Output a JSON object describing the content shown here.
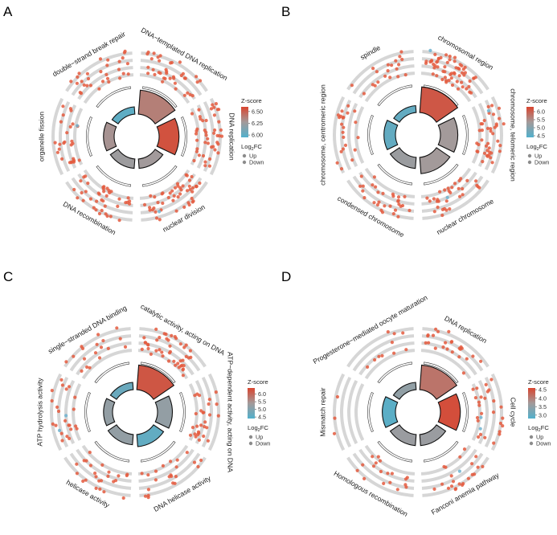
{
  "figure": {
    "panels": [
      "A",
      "B",
      "C",
      "D"
    ],
    "legend": {
      "zscore_title": "Z-score",
      "log2fc_title_base": "Log",
      "log2fc_title_sub": "2",
      "log2fc_title_tail": "FC",
      "up_label": "Up",
      "down_label": "Down"
    }
  },
  "colors": {
    "ring_band": "#d6d6d6",
    "up_point": "#e45a3e",
    "down_point": "#6fb3cf",
    "scale_high": "#d9452f",
    "scale_mid": "#a39a9a",
    "scale_low": "#52b0cc"
  },
  "chart_data": [
    {
      "type": "circular-goplot",
      "panel": "A",
      "terms": [
        "DNA−templated DNA replication",
        "DNA replication",
        "nuclear division",
        "DNA recombination",
        "organelle fission",
        "double−strand break repair"
      ],
      "zscore": [
        6.38,
        6.55,
        6.27,
        6.25,
        6.3,
        6.0
      ],
      "bar_height": [
        0.92,
        0.72,
        0.22,
        0.22,
        0.28,
        0.12
      ],
      "up_counts": [
        38,
        45,
        48,
        40,
        26,
        30
      ],
      "down_counts": [
        0,
        0,
        1,
        0,
        1,
        0
      ],
      "legend_ticks": [
        6.5,
        6.25,
        6.0
      ],
      "legend_tick_labels": [
        "6.50",
        "6.25",
        "6.00"
      ],
      "zlim": [
        5.95,
        6.6
      ]
    },
    {
      "type": "circular-goplot",
      "panel": "B",
      "terms": [
        "chromosomal region",
        "chromosome, telomeric region",
        "nuclear chromosome",
        "condensed chromosome",
        "chromosome, centromeric region",
        "spindle"
      ],
      "zscore": [
        6.1,
        5.35,
        5.35,
        5.25,
        4.6,
        4.6
      ],
      "bar_height": [
        1.0,
        0.6,
        0.55,
        0.3,
        0.32,
        0.1
      ],
      "up_counts": [
        60,
        40,
        32,
        30,
        22,
        20
      ],
      "down_counts": [
        1,
        1,
        1,
        0,
        0,
        0
      ],
      "legend_ticks": [
        6.0,
        5.5,
        5.0,
        4.5
      ],
      "legend_tick_labels": [
        "6.0",
        "5.5",
        "5.0",
        "4.5"
      ],
      "zlim": [
        4.4,
        6.3
      ]
    },
    {
      "type": "circular-goplot",
      "panel": "C",
      "terms": [
        "catalytic activity, acting on DNA",
        "ATP−dependent activity, acting on DNA",
        "DNA helicase activity",
        "helicase activity",
        "ATP hydrolysis activity",
        "single−stranded DNA binding"
      ],
      "zscore": [
        6.2,
        5.2,
        4.6,
        5.2,
        5.2,
        4.7
      ],
      "bar_height": [
        0.95,
        0.48,
        0.35,
        0.26,
        0.2,
        0.12
      ],
      "up_counts": [
        45,
        28,
        22,
        24,
        22,
        18
      ],
      "down_counts": [
        0,
        0,
        0,
        0,
        2,
        0
      ],
      "legend_ticks": [
        6.0,
        5.5,
        5.0,
        4.5
      ],
      "legend_tick_labels": [
        "6.0",
        "5.5",
        "5.0",
        "4.5"
      ],
      "zlim": [
        4.4,
        6.4
      ]
    },
    {
      "type": "circular-goplot",
      "panel": "D",
      "terms": [
        "DNA replication",
        "Cell cycle",
        "Fanconi anemia pathway",
        "Homologous recombination",
        "Mismatch repair",
        "Progesterone−mediated oocyte maturation"
      ],
      "zscore": [
        4.1,
        4.5,
        3.6,
        3.6,
        2.9,
        3.5
      ],
      "bar_height": [
        0.95,
        0.72,
        0.3,
        0.3,
        0.4,
        0.12
      ],
      "up_counts": [
        24,
        26,
        22,
        18,
        3,
        10
      ],
      "down_counts": [
        0,
        2,
        1,
        0,
        0,
        0
      ],
      "legend_ticks": [
        4.5,
        4.0,
        3.5,
        3.0
      ],
      "legend_tick_labels": [
        "4.5",
        "4.0",
        "3.5",
        "3.0"
      ],
      "zlim": [
        2.8,
        4.6
      ]
    }
  ]
}
